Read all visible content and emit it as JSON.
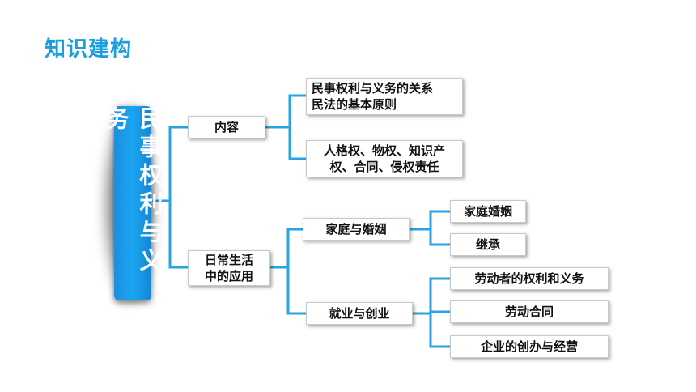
{
  "header": {
    "title": "知识建构"
  },
  "root": {
    "label": "民事权利与义务"
  },
  "branches": {
    "content": {
      "label": "内容",
      "children": [
        {
          "line1": "民事权利与义务的关系",
          "line2": "民法的基本原则"
        },
        {
          "line1": "人格权、物权、知识产",
          "line2": "权、合同、侵权责任"
        }
      ]
    },
    "application": {
      "line1": "日常生活",
      "line2": "中的应用",
      "family": {
        "label": "家庭与婚姻",
        "children": [
          "家庭婚姻",
          "继承"
        ]
      },
      "employment": {
        "label": "就业与创业",
        "children": [
          "劳动者的权利和义务",
          "劳动合同",
          "企业的创办与经营"
        ]
      }
    }
  },
  "colors": {
    "accent": "#1a9ee0",
    "connector": "#29a3e3"
  }
}
